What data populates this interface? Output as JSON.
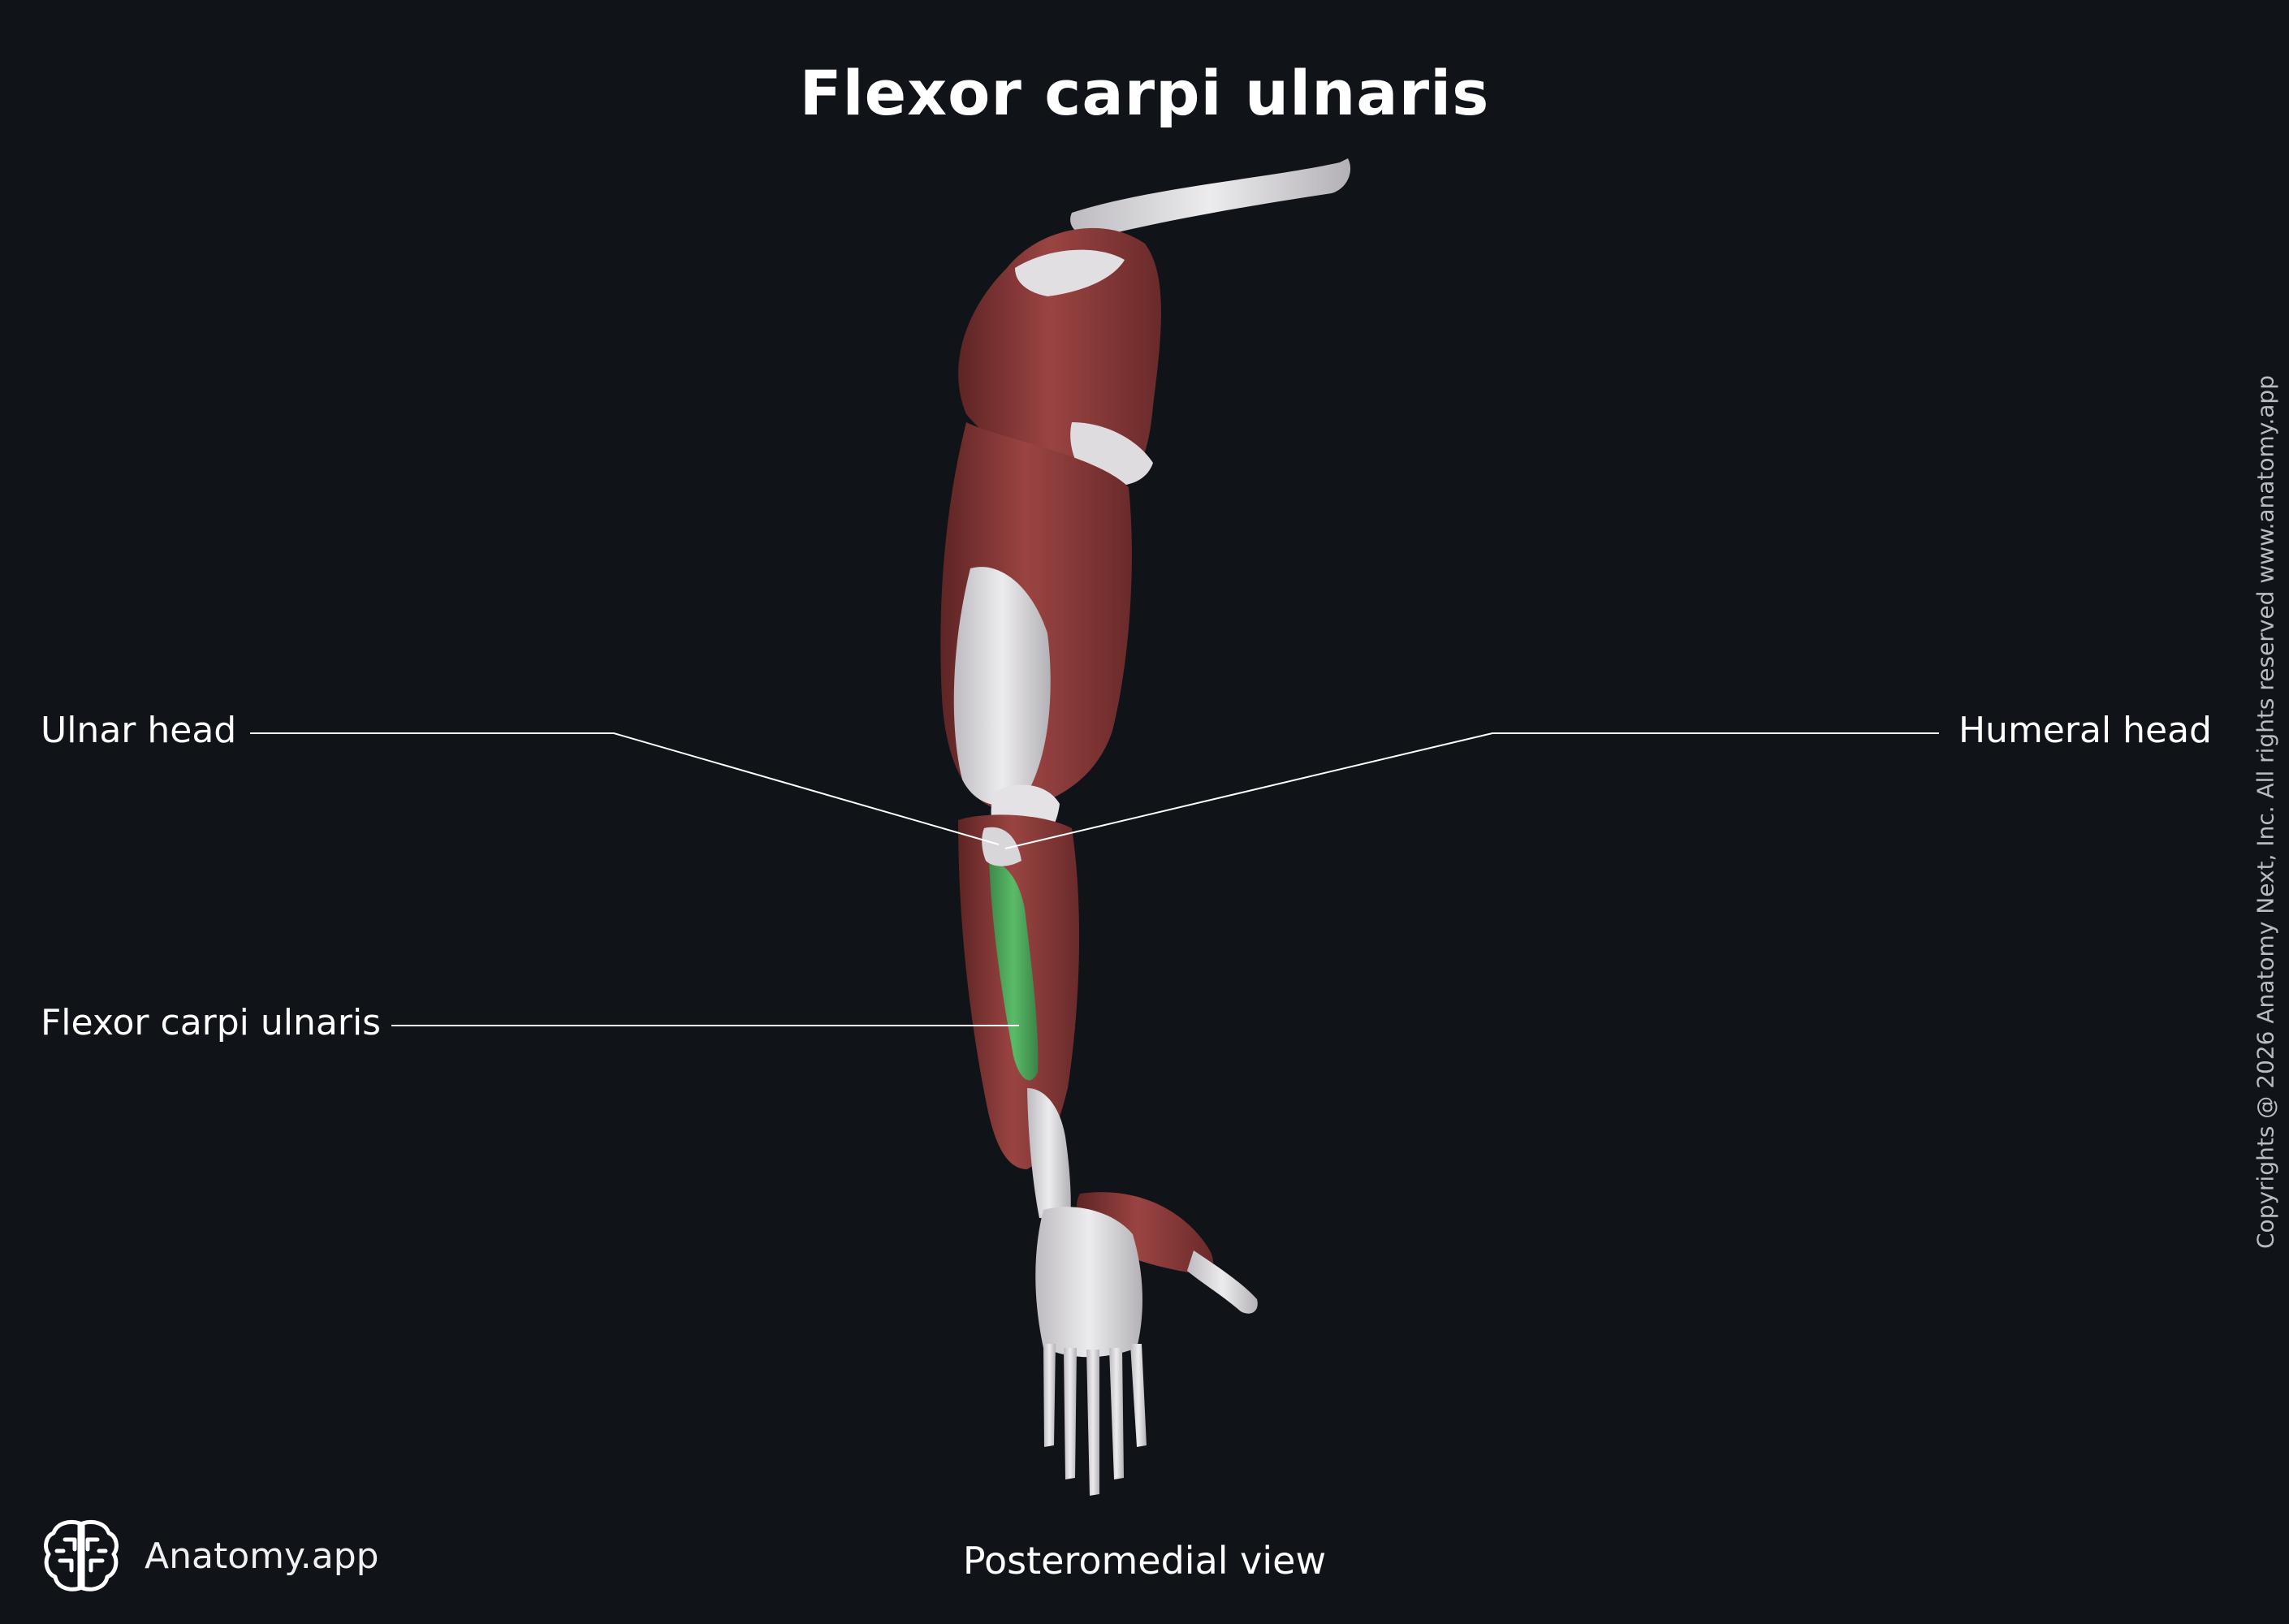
{
  "title": "Flexor carpi ulnaris",
  "labels": {
    "ulnar_head": "Ulnar head",
    "humeral_head": "Humeral head",
    "flexor_carpi_ulnaris": "Flexor carpi ulnaris"
  },
  "view": "Posteromedial view",
  "brand": {
    "name": "Anatomy.app",
    "icon": "brain-logo-icon"
  },
  "copyright": "Copyrights @ 2026 Anatomy Next, Inc. All rights reserved www.anatomy.app",
  "colors": {
    "background": "#101318",
    "muscle": "#8e3a38",
    "tendon_bone": "#dcdadc",
    "highlight": "#4aa55a",
    "leader_line": "#ffffff"
  }
}
